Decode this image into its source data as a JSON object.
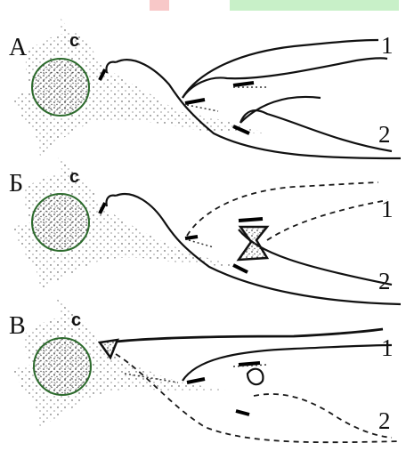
{
  "panels": [
    {
      "label": "А",
      "soma_label": "c",
      "top_label": "1",
      "bottom_label": "2"
    },
    {
      "label": "Б",
      "soma_label": "c",
      "top_label": "1",
      "bottom_label": "2"
    },
    {
      "label": "В",
      "soma_label": "c",
      "top_label": "1",
      "bottom_label": "2"
    }
  ],
  "colors": {
    "highlight_pink": "#f8c8c8",
    "highlight_green": "#c8f0c8",
    "ink": "#111111",
    "nucleus_outline": "#2d6b2d"
  }
}
